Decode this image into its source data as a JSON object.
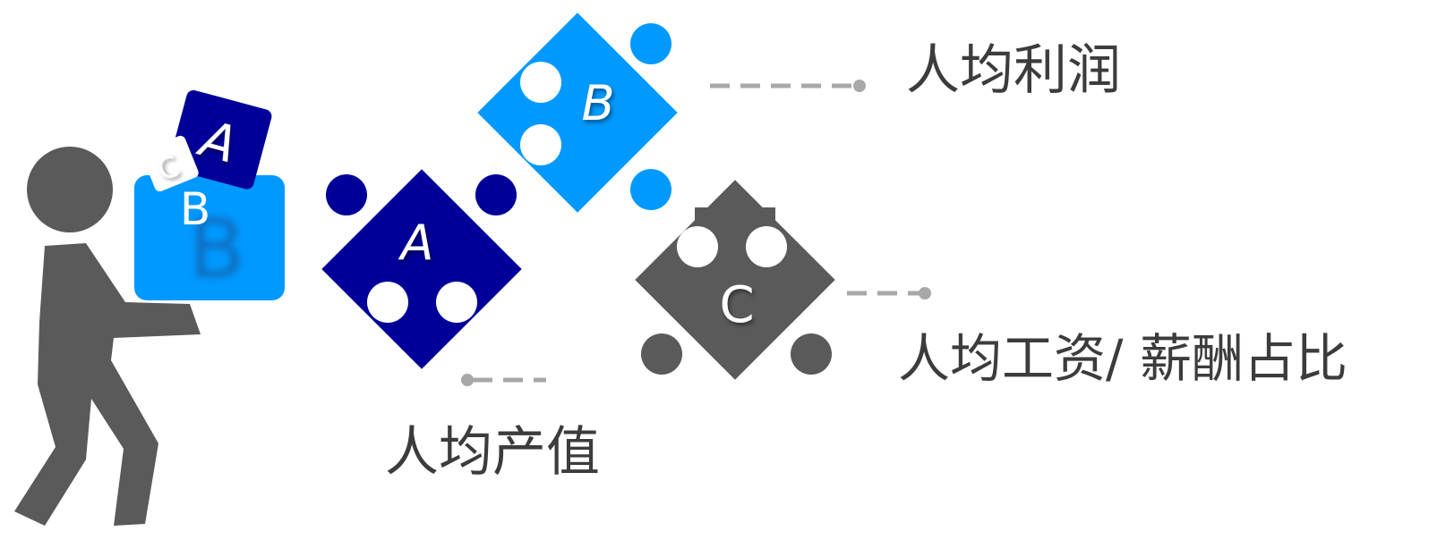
{
  "colors": {
    "navy": "#000099",
    "sky": "#0099ff",
    "gray": "#5a5a5a",
    "connector": "#a8a8a8",
    "label": "#3c3c3c",
    "white": "#ffffff"
  },
  "pieces": {
    "a": {
      "letter": "A"
    },
    "b": {
      "letter": "B"
    },
    "c": {
      "letter": "C"
    }
  },
  "person": {
    "box_letter": "B",
    "box_watermark": "B",
    "tilted_block_letter": "A",
    "small_block_letter": "C"
  },
  "labels": {
    "profit": "人均利润",
    "salary": "人均工资/ 薪酬占比",
    "output": "人均产值"
  }
}
